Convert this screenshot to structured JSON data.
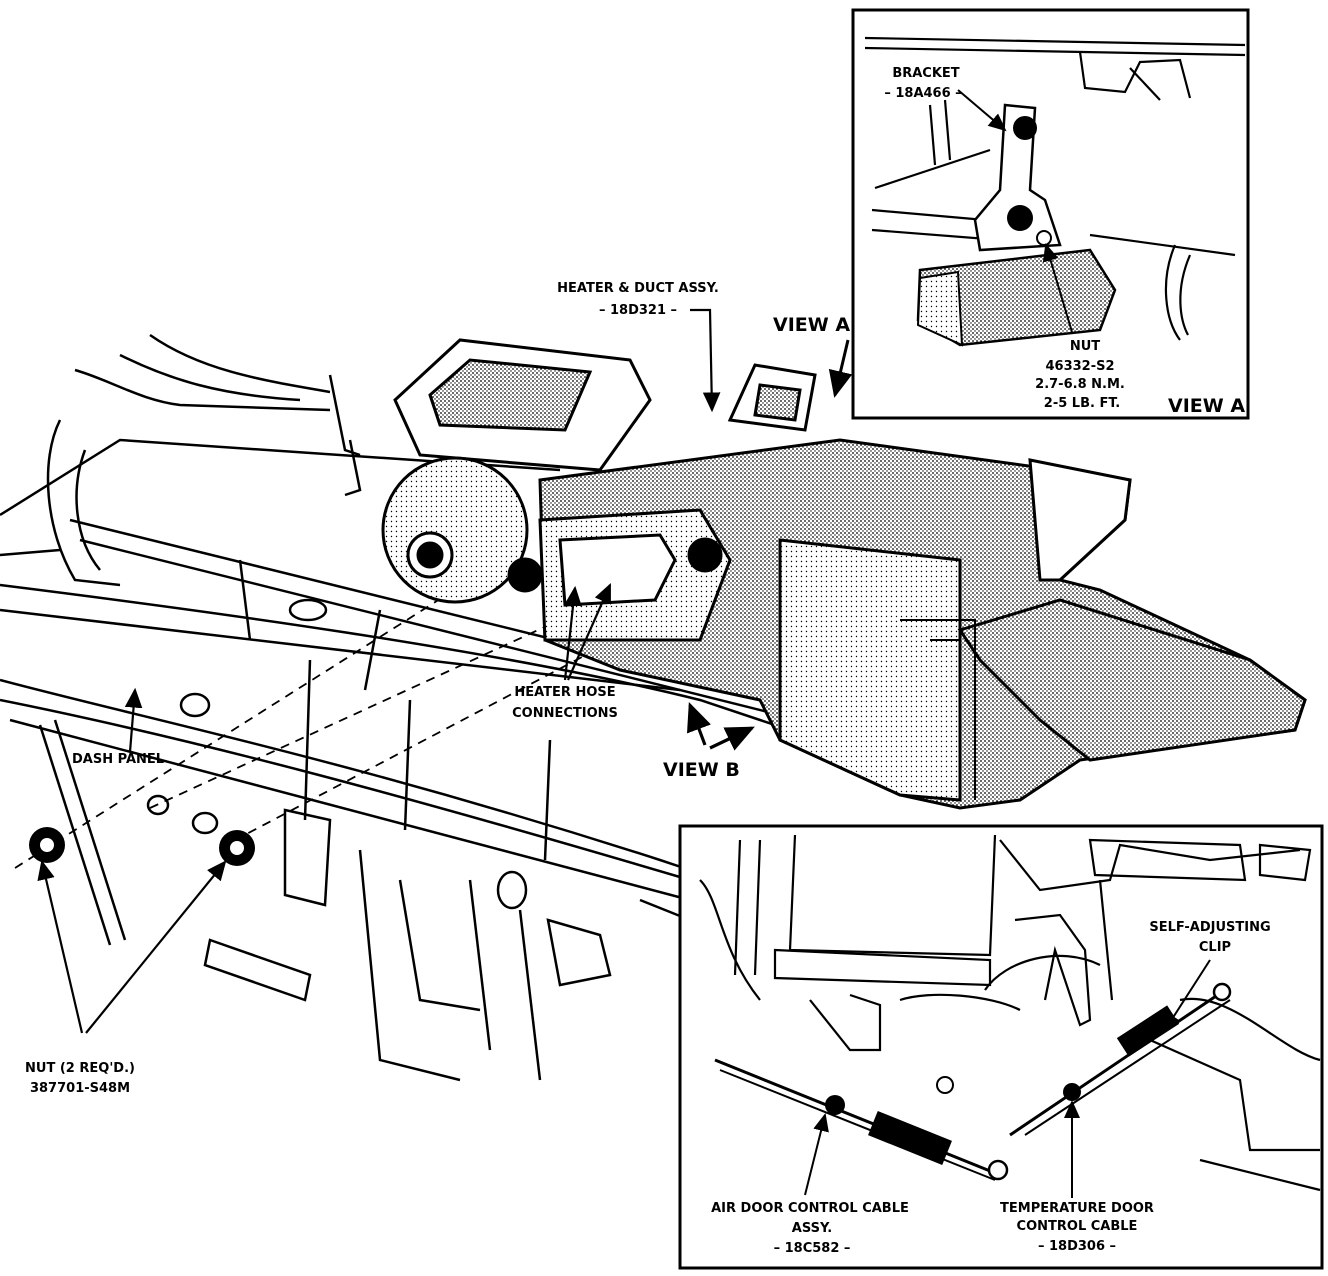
{
  "labels": {
    "heater_duct": [
      "HEATER & DUCT ASSY.",
      "– 18D321 –"
    ],
    "view_a_pointer": "VIEW A",
    "hose": [
      "HEATER HOSE",
      "CONNECTIONS"
    ],
    "view_b_pointer": "VIEW B",
    "dash_panel": "DASH PANEL",
    "nut_main": [
      "NUT (2 REQ'D.)",
      "387701-S48M"
    ]
  },
  "inset_a": {
    "caption": "VIEW A",
    "bracket": [
      "BRACKET",
      "– 18A466 –"
    ],
    "nut": [
      "NUT",
      "46332-S2",
      "2.7-6.8 N.M.",
      "2-5 LB. FT."
    ]
  },
  "inset_b": {
    "self_adjusting_clip": [
      "SELF-ADJUSTING",
      "CLIP"
    ],
    "air_door": [
      "AIR DOOR CONTROL CABLE",
      "ASSY.",
      "– 18C582 –"
    ],
    "temp_door": [
      "TEMPERATURE DOOR",
      "CONTROL CABLE",
      "– 18D306 –"
    ]
  }
}
